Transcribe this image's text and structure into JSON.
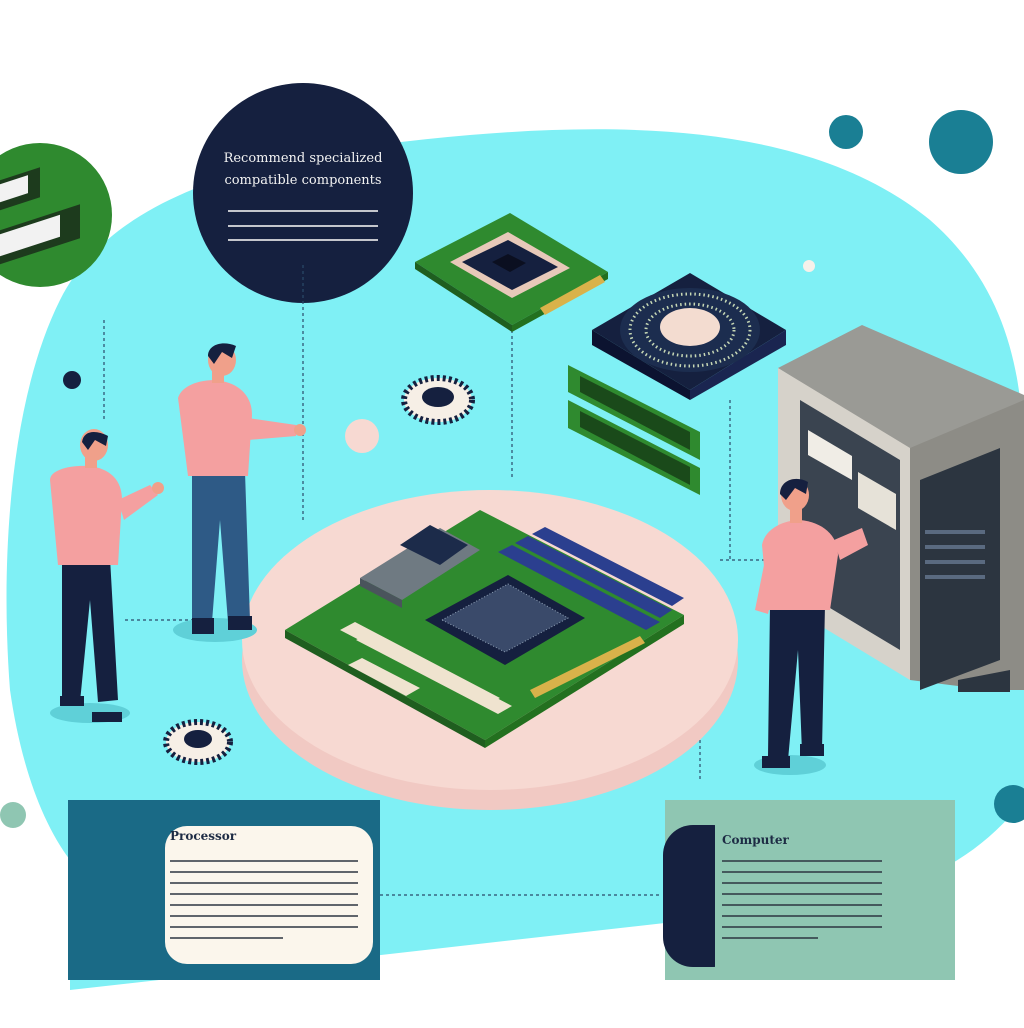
{
  "colors": {
    "background": "#ffffff",
    "blob": "#7ff0f5",
    "navy": "#15203f",
    "teal": "#1a7f94",
    "pcb_green": "#2f8a2f",
    "platform": "#f7d9d2",
    "skin_shirt": "#f4a0a0",
    "card_light": "#fbf6ec",
    "card_sage": "#8fc6b2"
  },
  "callout": {
    "line1": "Recommend specialized",
    "line2": "compatible components"
  },
  "card_left": {
    "title": "Processor"
  },
  "card_right": {
    "title": "Computer"
  }
}
